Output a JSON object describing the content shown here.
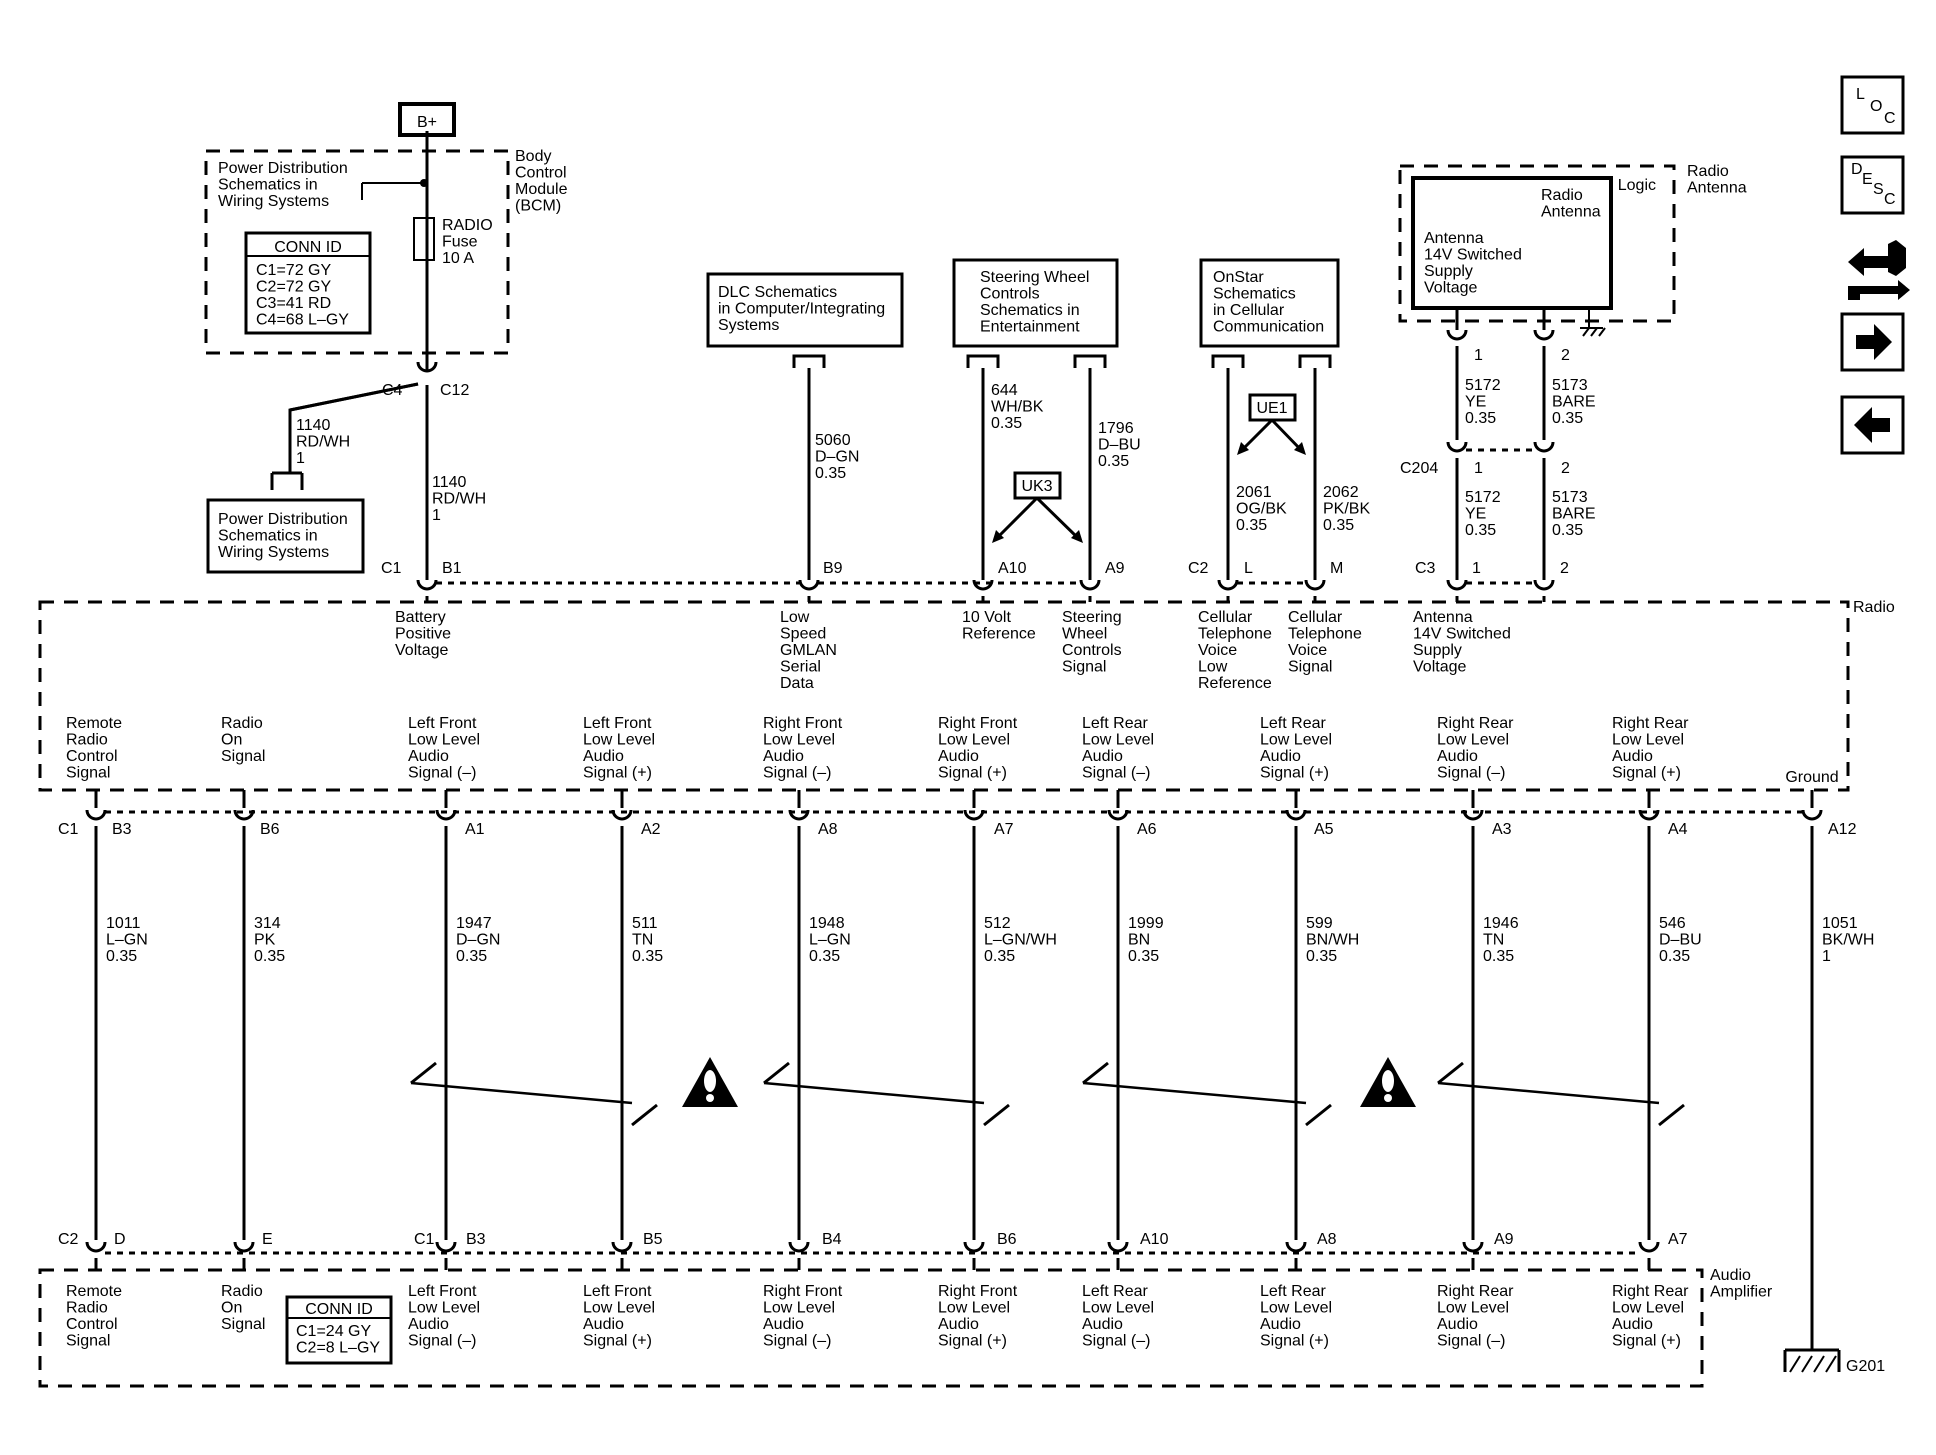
{
  "bplus": "B+",
  "bcm": {
    "title_lines": [
      "Body",
      "Control",
      "Module",
      "(BCM)"
    ],
    "pd_ref_lines": [
      "Power Distribution",
      "Schematics in",
      "Wiring Systems"
    ],
    "fuse_lines": [
      "RADIO",
      "Fuse",
      "10 A"
    ],
    "conn_id_title": "CONN ID",
    "conn_id_lines": [
      "C1=72 GY",
      "C2=72 GY",
      "C3=41 RD",
      "C4=68 L–GY"
    ],
    "c4": "C4",
    "c12": "C12",
    "wire_a_lines": [
      "1140",
      "RD/WH",
      "1"
    ],
    "wire_b_lines": [
      "1140",
      "RD/WH",
      "1"
    ],
    "pd_ref2_lines": [
      "Power Distribution",
      "Schematics in",
      "Wiring Systems"
    ]
  },
  "refs": {
    "dlc_lines": [
      "DLC Schematics",
      "in Computer/Integrating",
      "Systems"
    ],
    "steering_lines": [
      "Steering Wheel",
      "Controls",
      "Schematics in",
      "Entertainment"
    ],
    "onstar_lines": [
      "OnStar",
      "Schematics",
      "in Cellular",
      "Communication"
    ]
  },
  "options": {
    "uk3": "UK3",
    "ue1": "UE1"
  },
  "antenna": {
    "title_lines": [
      "Radio",
      "Antenna"
    ],
    "logic": "Logic",
    "inner_title_lines": [
      "Radio",
      "Antenna"
    ],
    "voltage_lines": [
      "Antenna",
      "14V Switched",
      "Supply",
      "Voltage"
    ],
    "pin1": "1",
    "pin2": "2",
    "c204": "C204",
    "wire1_lines": [
      "5172",
      "YE",
      "0.35"
    ],
    "wire2_lines": [
      "5173",
      "BARE",
      "0.35"
    ],
    "wire1b_lines": [
      "5172",
      "YE",
      "0.35"
    ],
    "wire2b_lines": [
      "5173",
      "BARE",
      "0.35"
    ]
  },
  "top_wires": [
    {
      "lines": [
        "5060",
        "D–GN",
        "0.35"
      ]
    },
    {
      "lines": [
        "644",
        "WH/BK",
        "0.35"
      ]
    },
    {
      "lines": [
        "1796",
        "D–BU",
        "0.35"
      ]
    },
    {
      "lines": [
        "2061",
        "OG/BK",
        "0.35"
      ]
    },
    {
      "lines": [
        "2062",
        "PK/BK",
        "0.35"
      ]
    }
  ],
  "radio": {
    "label": "Radio",
    "ground": "Ground",
    "top_conn": {
      "c1": "C1",
      "c2": "C2",
      "c3": "C3"
    },
    "top_pins": [
      "B1",
      "B9",
      "A10",
      "A9",
      "L",
      "M",
      "1",
      "2"
    ],
    "top_signals": [
      {
        "lines": [
          "Battery",
          "Positive",
          "Voltage"
        ]
      },
      {
        "lines": [
          "Low",
          "Speed",
          "GMLAN",
          "Serial",
          "Data"
        ]
      },
      {
        "lines": [
          "10 Volt",
          "Reference"
        ]
      },
      {
        "lines": [
          "Steering",
          "Wheel",
          "Controls",
          "Signal"
        ]
      },
      {
        "lines": [
          "Cellular",
          "Telephone",
          "Voice",
          "Low",
          "Reference"
        ]
      },
      {
        "lines": [
          "Cellular",
          "Telephone",
          "Voice",
          "Signal"
        ]
      },
      {
        "lines": [
          "Antenna",
          "14V Switched",
          "Supply",
          "Voltage"
        ]
      }
    ],
    "bottom_signals": [
      {
        "lines": [
          "Remote",
          "Radio",
          "Control",
          "Signal"
        ]
      },
      {
        "lines": [
          "Radio",
          "On",
          "Signal"
        ]
      },
      {
        "lines": [
          "Left Front",
          "Low Level",
          "Audio",
          "Signal (–)"
        ]
      },
      {
        "lines": [
          "Left Front",
          "Low Level",
          "Audio",
          "Signal (+)"
        ]
      },
      {
        "lines": [
          "Right Front",
          "Low Level",
          "Audio",
          "Signal (–)"
        ]
      },
      {
        "lines": [
          "Right Front",
          "Low Level",
          "Audio",
          "Signal (+)"
        ]
      },
      {
        "lines": [
          "Left Rear",
          "Low Level",
          "Audio",
          "Signal (–)"
        ]
      },
      {
        "lines": [
          "Left Rear",
          "Low Level",
          "Audio",
          "Signal (+)"
        ]
      },
      {
        "lines": [
          "Right Rear",
          "Low Level",
          "Audio",
          "Signal (–)"
        ]
      },
      {
        "lines": [
          "Right Rear",
          "Low Level",
          "Audio",
          "Signal (+)"
        ]
      }
    ],
    "bottom_conn": "C1",
    "bottom_pins": [
      "B3",
      "B6",
      "A1",
      "A2",
      "A8",
      "A7",
      "A6",
      "A5",
      "A3",
      "A4",
      "A12"
    ]
  },
  "mid_wires": [
    {
      "lines": [
        "1011",
        "L–GN",
        "0.35"
      ]
    },
    {
      "lines": [
        "314",
        "PK",
        "0.35"
      ]
    },
    {
      "lines": [
        "1947",
        "D–GN",
        "0.35"
      ]
    },
    {
      "lines": [
        "511",
        "TN",
        "0.35"
      ]
    },
    {
      "lines": [
        "1948",
        "L–GN",
        "0.35"
      ]
    },
    {
      "lines": [
        "512",
        "L–GN/WH",
        "0.35"
      ]
    },
    {
      "lines": [
        "1999",
        "BN",
        "0.35"
      ]
    },
    {
      "lines": [
        "599",
        "BN/WH",
        "0.35"
      ]
    },
    {
      "lines": [
        "1946",
        "TN",
        "0.35"
      ]
    },
    {
      "lines": [
        "546",
        "D–BU",
        "0.35"
      ]
    },
    {
      "lines": [
        "1051",
        "BK/WH",
        "1"
      ]
    }
  ],
  "amp": {
    "label_lines": [
      "Audio",
      "Amplifier"
    ],
    "conn_c2": "C2",
    "conn_c1": "C1",
    "pins": [
      "D",
      "E",
      "B3",
      "B5",
      "B4",
      "B6",
      "A10",
      "A8",
      "A9",
      "A7"
    ],
    "conn_id_title": "CONN ID",
    "conn_id_lines": [
      "C1=24 GY",
      "C2=8 L–GY"
    ],
    "signals": [
      {
        "lines": [
          "Remote",
          "Radio",
          "Control",
          "Signal"
        ]
      },
      {
        "lines": [
          "Radio",
          "On",
          "Signal"
        ]
      },
      {
        "lines": [
          "Left Front",
          "Low Level",
          "Audio",
          "Signal (–)"
        ]
      },
      {
        "lines": [
          "Left Front",
          "Low Level",
          "Audio",
          "Signal (+)"
        ]
      },
      {
        "lines": [
          "Right Front",
          "Low Level",
          "Audio",
          "Signal (–)"
        ]
      },
      {
        "lines": [
          "Right Front",
          "Low Level",
          "Audio",
          "Signal (+)"
        ]
      },
      {
        "lines": [
          "Left Rear",
          "Low Level",
          "Audio",
          "Signal (–)"
        ]
      },
      {
        "lines": [
          "Left Rear",
          "Low Level",
          "Audio",
          "Signal (+)"
        ]
      },
      {
        "lines": [
          "Right Rear",
          "Low Level",
          "Audio",
          "Signal (–)"
        ]
      },
      {
        "lines": [
          "Right Rear",
          "Low Level",
          "Audio",
          "Signal (+)"
        ]
      }
    ]
  },
  "ground": {
    "label": "G201"
  },
  "nav": {
    "loc_letters": [
      "L",
      "O",
      "C"
    ],
    "desc_letters": [
      "D",
      "E",
      "S",
      "C"
    ],
    "icons": [
      "connector-swap-icon",
      "arrow-right-icon",
      "arrow-left-icon"
    ]
  }
}
